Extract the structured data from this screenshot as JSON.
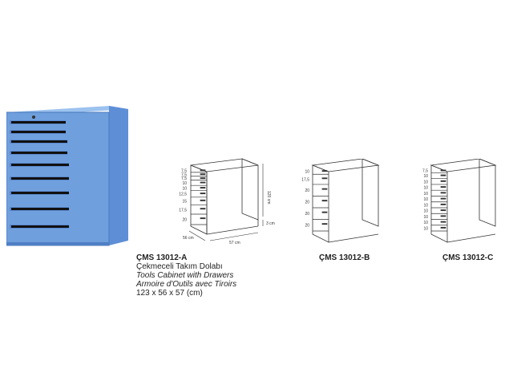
{
  "products": {
    "a": {
      "model": "ÇMS 13012-A",
      "name_tr": "Çekmeceli Takım Dolabı",
      "name_en": "Tools Cabinet with Drawers",
      "name_fr": "Armoire d'Outils avec Tiroirs",
      "size": "123 x 56 x 57 (cm)",
      "drawers": [
        "7,5",
        "7,5",
        "7,5",
        "10",
        "10",
        "12,5",
        "15",
        "17,5",
        "20"
      ],
      "dim_height": "120 cm",
      "dim_plinth": "3 cm",
      "dim_width": "56 cm",
      "dim_depth": "57 cm"
    },
    "b": {
      "model": "ÇMS 13012-B",
      "drawers": [
        "10",
        "17,5",
        "20",
        "20",
        "20",
        "20"
      ]
    },
    "c": {
      "model": "ÇMS 13012-C",
      "drawers": [
        "7,5",
        "10",
        "10",
        "10",
        "10",
        "10",
        "10",
        "10",
        "10",
        "10",
        "10"
      ]
    }
  },
  "colors": {
    "cabinet_blue": "#6f9fdd",
    "cabinet_dark": "#4f7fc4",
    "handle": "#1f1f1f",
    "line": "#333333"
  }
}
